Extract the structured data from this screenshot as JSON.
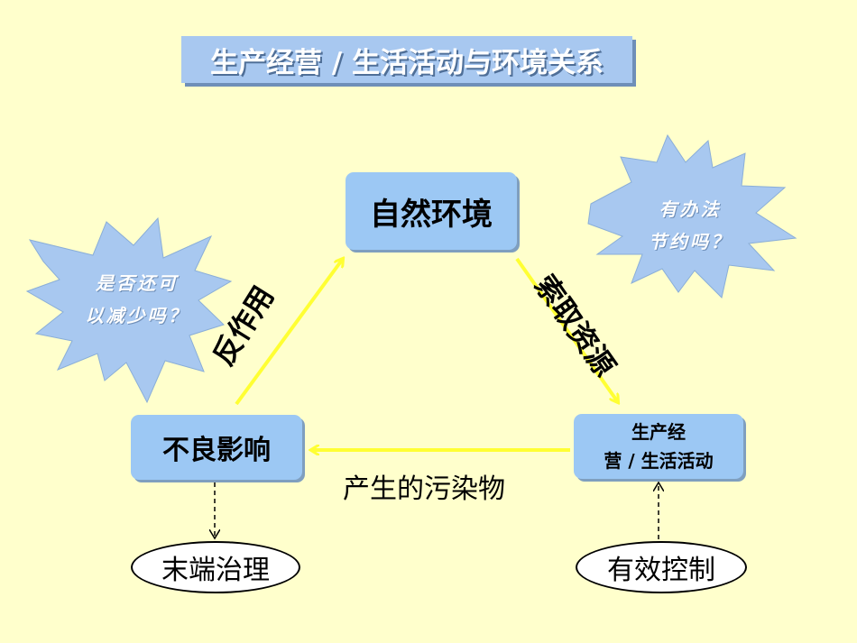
{
  "title": "生产经营 / 生活活动与环境关系",
  "nodes": {
    "environment": "自然环境",
    "bad_impact": "不良影响",
    "production_line1": "生产经",
    "production_line2": "营 / 生活活动",
    "end_treatment": "末端治理",
    "effective_control": "有效控制"
  },
  "edges": {
    "reaction": "反作用",
    "take_resources": "索取资源",
    "pollutants": "产生的污染物"
  },
  "bursts": {
    "left_line1": "是否还可",
    "left_line2": "以减少吗？",
    "right_line1": "有办法",
    "right_line2": "节约吗？"
  },
  "colors": {
    "background": "#ffffcc",
    "box": "#9cc8f4",
    "arrow": "#ffff33",
    "burst": "#a8c8f0"
  }
}
